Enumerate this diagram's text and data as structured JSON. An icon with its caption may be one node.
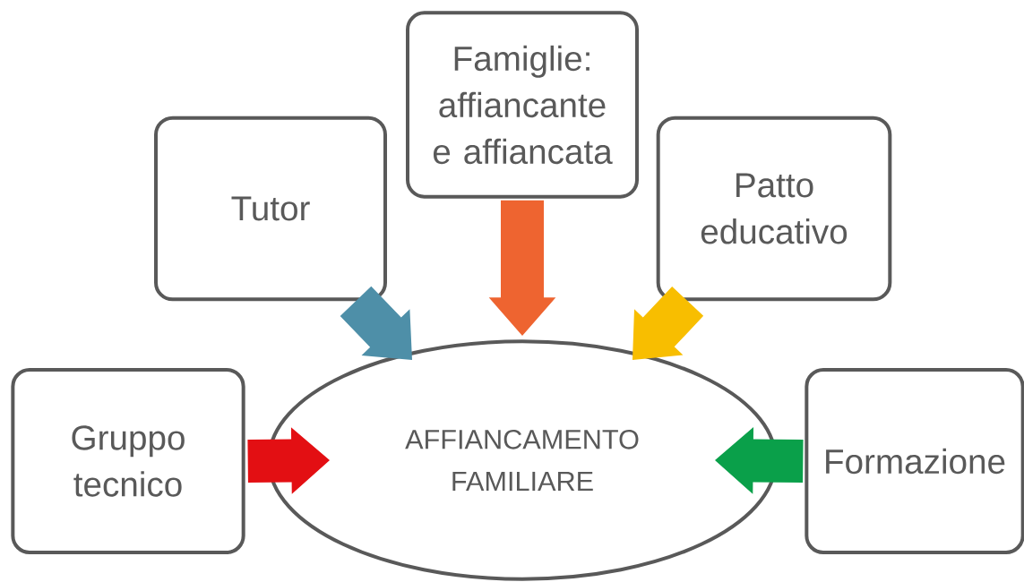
{
  "diagram": {
    "nodes": [
      {
        "text": [
          "Gruppo tecnico"
        ]
      },
      {
        "text": [
          "Tutor"
        ]
      },
      {
        "text": [
          "Famiglie: affiancante e affiancata"
        ]
      },
      {
        "text": [
          "Patto educativo"
        ]
      },
      {
        "text": [
          "Formazione"
        ]
      },
      {
        "text": [
          "AFFIANCAMENTO FAMILIARE"
        ]
      }
    ],
    "edges": [
      {
        "from": 0,
        "to": 5,
        "arrow": "to",
        "color": "#e30f13"
      },
      {
        "from": 1,
        "to": 5,
        "arrow": "to",
        "color": "#4e8fa8"
      },
      {
        "from": 2,
        "to": 5,
        "arrow": "to",
        "color": "#ee6430"
      },
      {
        "from": 3,
        "to": 5,
        "arrow": "to",
        "color": "#f8be00"
      },
      {
        "from": 4,
        "to": 5,
        "arrow": "to",
        "color": "#0aa04a"
      }
    ]
  }
}
